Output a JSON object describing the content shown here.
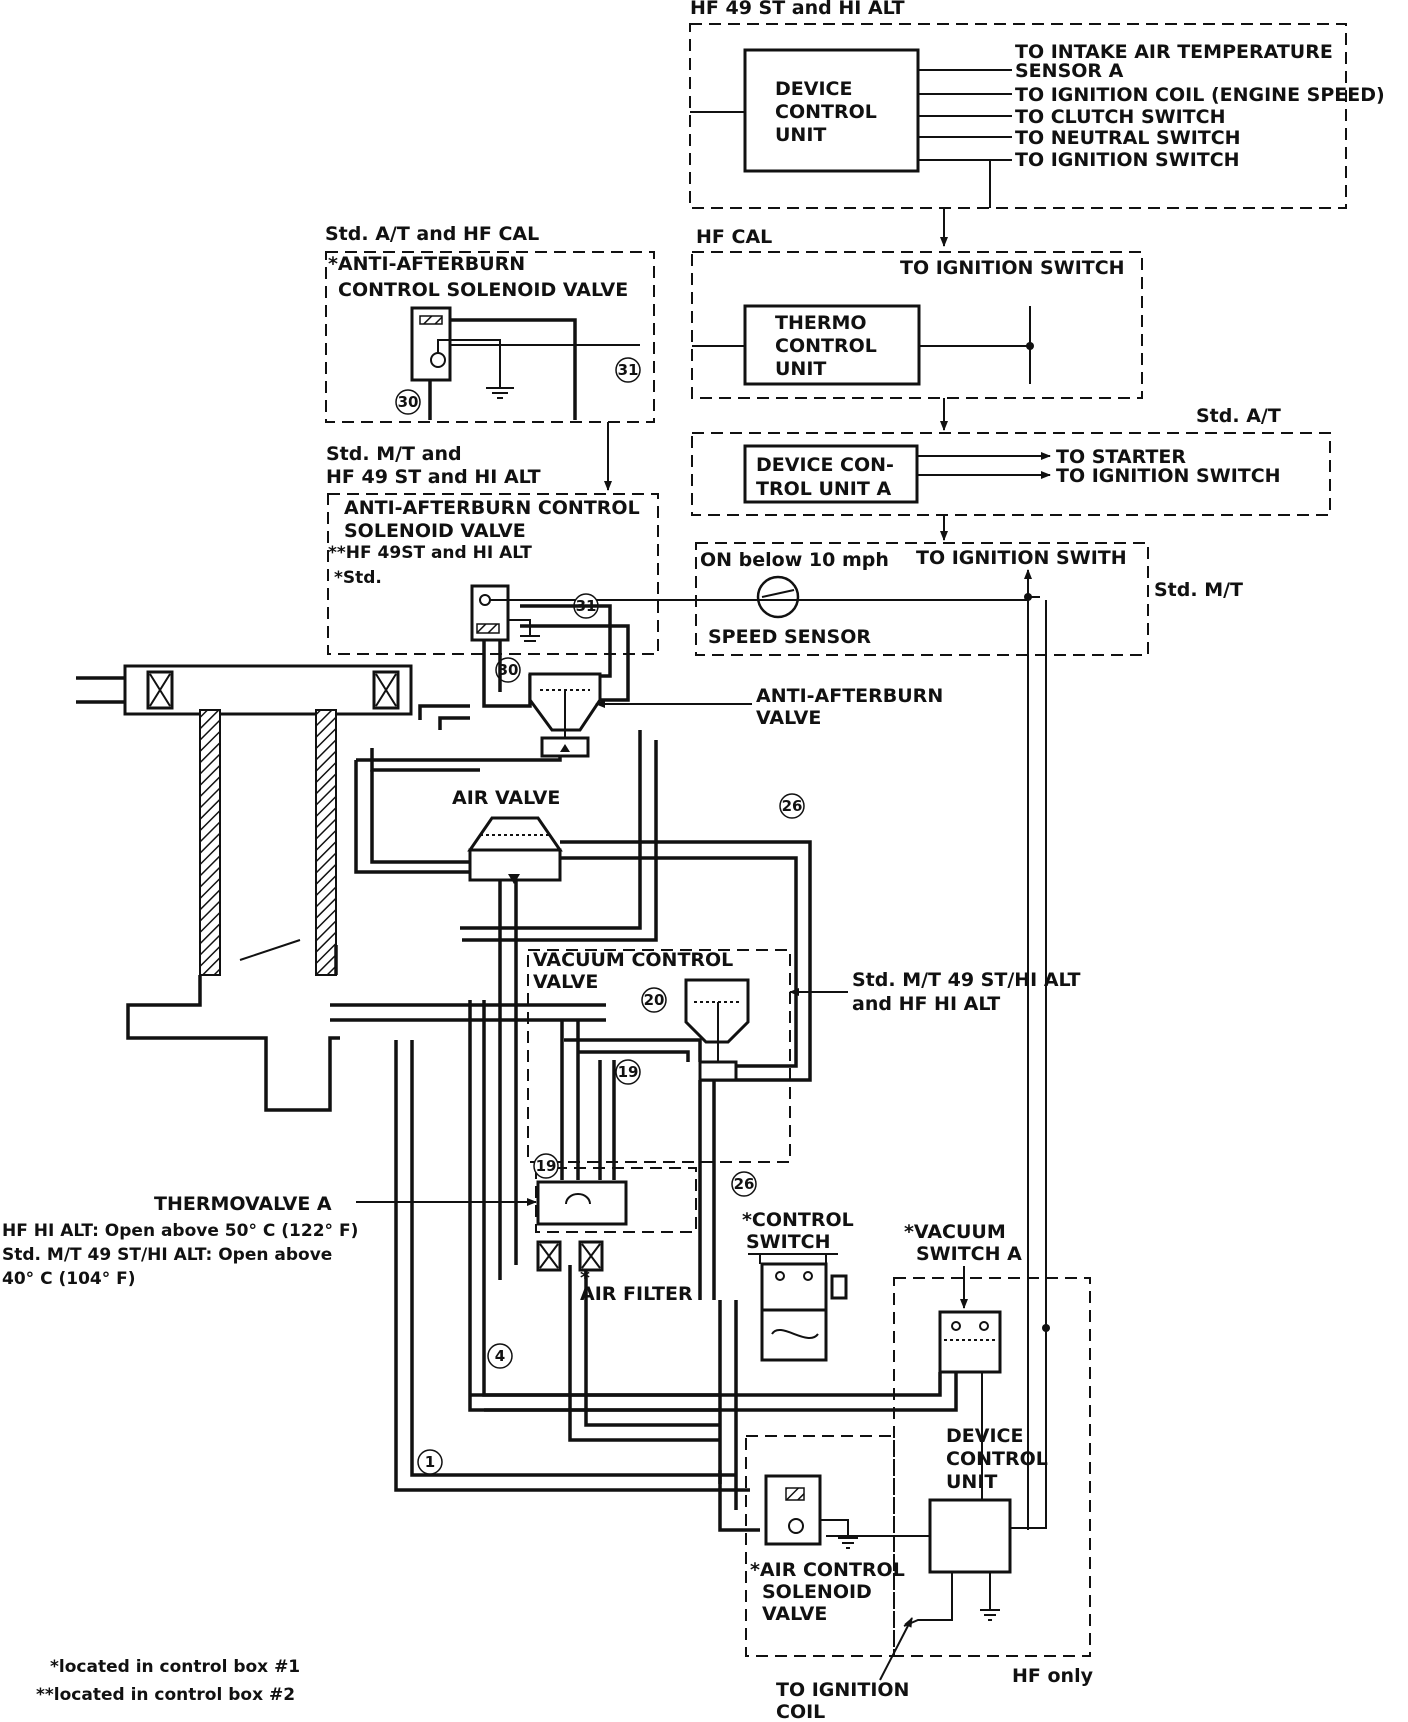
{
  "groups": {
    "hf49": "HF 49 ST and HI ALT",
    "hfcal": "HF CAL",
    "std_at": "Std. A/T",
    "std_mt": "Std. M/T",
    "std_at_hfcal": "Std. A/T and HF CAL",
    "std_mt_hf49_l1": "Std. M/T and",
    "std_mt_hf49_l2": "HF 49 ST and HI ALT",
    "hf_only": "HF only"
  },
  "dcu_top": {
    "label": [
      "DEVICE",
      "CONTROL",
      "UNIT"
    ],
    "outputs": [
      "TO INTAKE AIR TEMPERATURE",
      "SENSOR A",
      "TO IGNITION COIL (ENGINE SPEED)",
      "TO CLUTCH SWITCH",
      "TO NEUTRAL SWITCH",
      "TO IGNITION SWITCH"
    ]
  },
  "thermo": {
    "label": [
      "THERMO",
      "CONTROL",
      "UNIT"
    ],
    "to": "TO IGNITION SWITCH"
  },
  "dcu_a": {
    "label": [
      "DEVICE CON-",
      "TROL UNIT A"
    ],
    "outputs": [
      "TO STARTER",
      "TO IGNITION SWITCH"
    ]
  },
  "speed": {
    "on_below": "ON below 10 mph",
    "to": "TO IGNITION SWITH",
    "label": "SPEED SENSOR"
  },
  "solenoid_top": {
    "label": [
      "*ANTI-AFTERBURN",
      "CONTROL SOLENOID VALVE"
    ]
  },
  "solenoid_mid": {
    "label": [
      "ANTI-AFTERBURN CONTROL",
      "SOLENOID VALVE"
    ],
    "note1": "**HF 49ST and HI ALT",
    "note2": "*Std."
  },
  "components": {
    "anti_afterburn": [
      "ANTI-AFTERBURN",
      "VALVE"
    ],
    "air_valve": "AIR VALVE",
    "vacuum_control": [
      "VACUUM CONTROL",
      "VALVE"
    ],
    "std_mt_note": [
      "Std. M/T 49 ST/HI ALT",
      "and HF HI ALT"
    ],
    "thermovalve": "THERMOVALVE A",
    "thermo_note": [
      "HF HI ALT: Open above 50° C (122° F)",
      "Std. M/T 49 ST/HI ALT: Open above",
      "40° C (104° F)"
    ],
    "air_filter": "AIR FILTER",
    "air_filter_mark": "*",
    "control_switch": [
      "*CONTROL",
      "SWITCH"
    ],
    "vacuum_switch": [
      "*VACUUM",
      "SWITCH A"
    ],
    "dcu_bottom": [
      "DEVICE",
      "CONTROL",
      "UNIT"
    ],
    "air_solenoid": [
      "*AIR CONTROL",
      "SOLENOID",
      "VALVE"
    ],
    "ignition_coil": [
      "TO IGNITION",
      "COIL"
    ]
  },
  "hose_numbers": {
    "n30": "30",
    "n31": "31",
    "n26": "26",
    "n20": "20",
    "n19": "19",
    "n4": "4",
    "n1": "1"
  },
  "footnotes": [
    "*located in control box #1",
    "**located in control box #2"
  ]
}
